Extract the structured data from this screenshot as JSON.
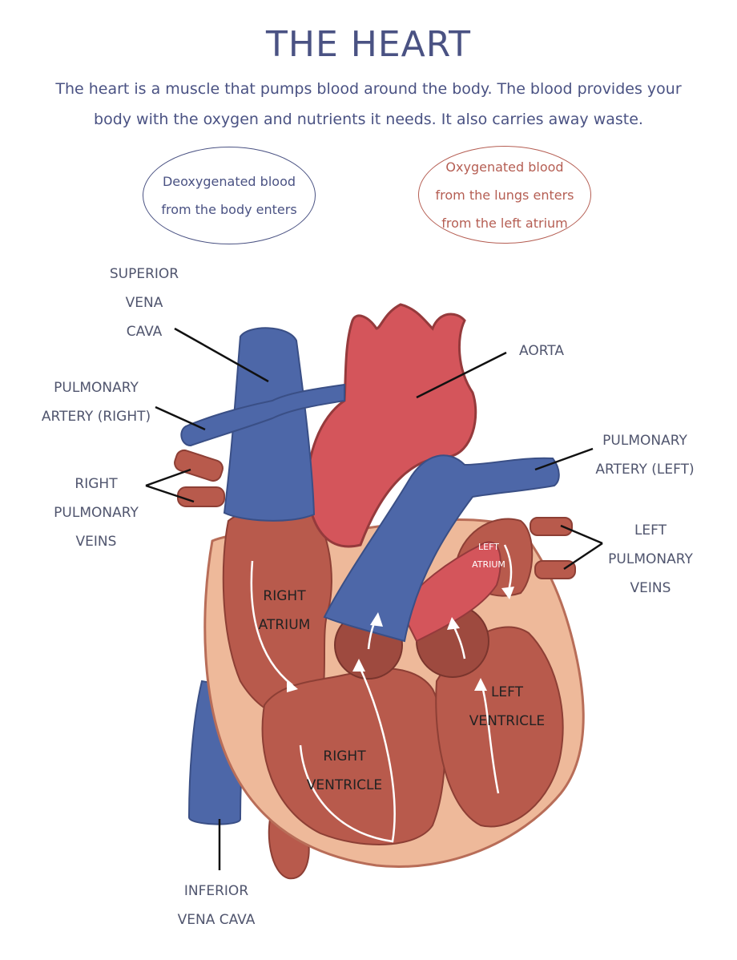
{
  "title": "THE HEART",
  "intro": {
    "line1": "The heart is a muscle that pumps blood around the body. The blood provides your",
    "line2": "body with the oxygen and nutrients it needs. It also carries away waste."
  },
  "callouts": {
    "deoxygenated": {
      "line1": "Deoxygenated blood",
      "line2": "from the body enters"
    },
    "oxygenated": {
      "line1": "Oxygenated blood",
      "line2": "from the lungs enters",
      "line3": "from the left atrium"
    }
  },
  "labels": {
    "superior_vena_cava": {
      "line1": "SUPERIOR",
      "line2": "VENA",
      "line3": "CAVA"
    },
    "pulmonary_artery_right": {
      "line1": "PULMONARY",
      "line2": "ARTERY (RIGHT)"
    },
    "right_pulmonary_veins": {
      "line1": "RIGHT",
      "line2": "PULMONARY",
      "line3": "VEINS"
    },
    "aorta": "AORTA",
    "pulmonary_artery_left": {
      "line1": "PULMONARY",
      "line2": "ARTERY (LEFT)"
    },
    "left_pulmonary_veins": {
      "line1": "LEFT",
      "line2": "PULMONARY",
      "line3": "VEINS"
    },
    "inferior_vena_cava": {
      "line1": "INFERIOR",
      "line2": "VENA CAVA"
    }
  },
  "chambers": {
    "right_atrium": {
      "line1": "RIGHT",
      "line2": "ATRIUM"
    },
    "left_atrium": {
      "line1": "LEFT",
      "line2": "ATRIUM"
    },
    "right_ventricle": {
      "line1": "RIGHT",
      "line2": "VENTRICLE"
    },
    "left_ventricle": {
      "line1": "LEFT",
      "line2": "VENTRICLE"
    }
  },
  "colors": {
    "title_blue": "#4a5283",
    "vein_blue": "#4d67a8",
    "artery_red": "#d4555b",
    "muscle_outer": "#eeb99a",
    "muscle_inner": "#b85a4c",
    "callout_red": "#b55e53"
  }
}
